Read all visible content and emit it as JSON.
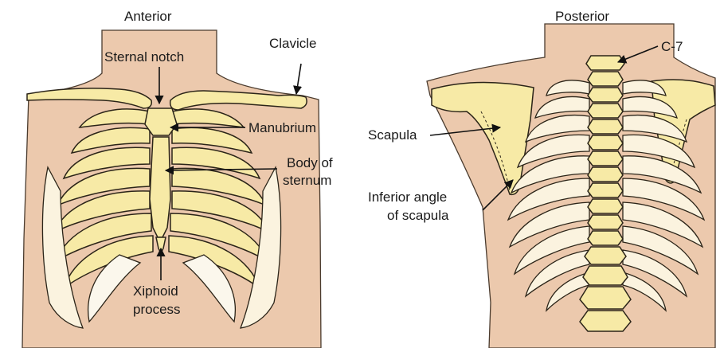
{
  "anterior": {
    "view_title": "Anterior",
    "labels": {
      "clavicle": "Clavicle",
      "sternal_notch": "Sternal notch",
      "manubrium": "Manubrium",
      "body_of_sternum_line1": "Body of",
      "body_of_sternum_line2": "sternum",
      "xiphoid_line1": "Xiphoid",
      "xiphoid_line2": "process"
    }
  },
  "posterior": {
    "view_title": "Posterior",
    "labels": {
      "c7": "C-7",
      "scapula": "Scapula",
      "inferior_angle_line1": "Inferior angle",
      "inferior_angle_line2": "of scapula"
    }
  },
  "colors": {
    "skin": "#ecc9ad",
    "bone": "#f7eaa6",
    "outline": "#2b2418"
  }
}
